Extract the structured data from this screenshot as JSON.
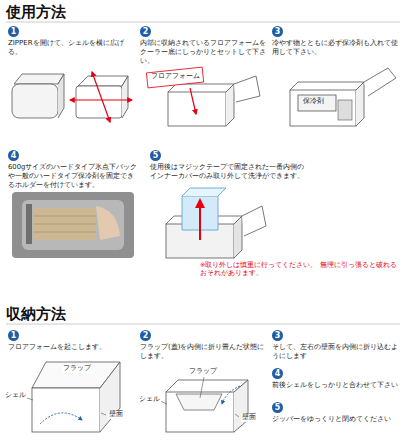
{
  "diagram": {
    "nodes": [
      {
        "text": [
          "1",
          "ZIPPERを開けて、シェルを横に広げる。"
        ]
      },
      {
        "text": [
          "2",
          "内部に収納されているフロアフォームをクーラー底にしっかりとセットして下さい。"
        ]
      },
      {
        "text": [
          "3",
          "冷やす物とともに必ず保冷剤も入れて使用して下さい。"
        ]
      },
      {
        "text": [
          "4",
          "600gサイズのハードタイプ氷点下パックや一般のハードタイプ保冷剤を固定できるホルダーを付けています。"
        ]
      },
      {
        "text": [
          "5",
          "使用後はマジックテープで固定された一番内側のインナーカバーのみ取り外して洗浄ができます。"
        ]
      },
      {
        "text": [
          "1",
          "フロアフォームを起こします。"
        ]
      },
      {
        "text": [
          "2",
          "フラップ(蓋)を内側に折り畳んだ状態にします。"
        ]
      },
      {
        "text": [
          "3",
          "そして、左右の壁面を内側に折り込むようにします"
        ]
      },
      {
        "text": [
          "4",
          "前後シェルをしっかりと合わせて下さい"
        ]
      },
      {
        "text": [
          "5",
          "ジッパーをゆっくりと閉めてください"
        ]
      }
    ],
    "labels": [
      "使用方法",
      "フロアフォーム",
      "保冷剤",
      "※取り外しは慎重に行ってください。 無理に引っ張ると破れるおそれがあります。",
      "収納方法",
      "フラップ",
      "シェル",
      "壁面",
      "フラップ",
      "シェル",
      "壁面"
    ]
  }
}
